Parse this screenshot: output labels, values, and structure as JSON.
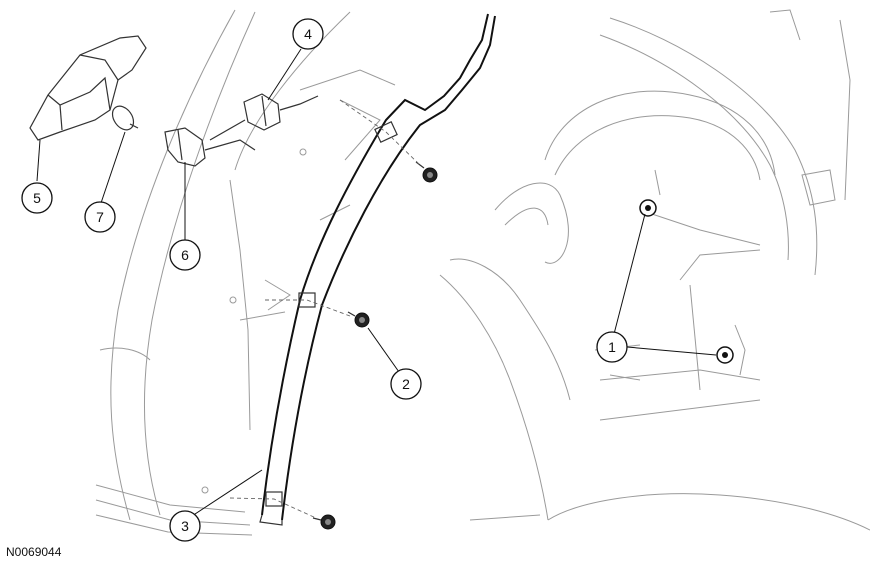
{
  "figure": {
    "id": "N0069044"
  },
  "callouts": [
    {
      "number": "1"
    },
    {
      "number": "2"
    },
    {
      "number": "3"
    },
    {
      "number": "4"
    },
    {
      "number": "5"
    },
    {
      "number": "6"
    },
    {
      "number": "7"
    }
  ]
}
